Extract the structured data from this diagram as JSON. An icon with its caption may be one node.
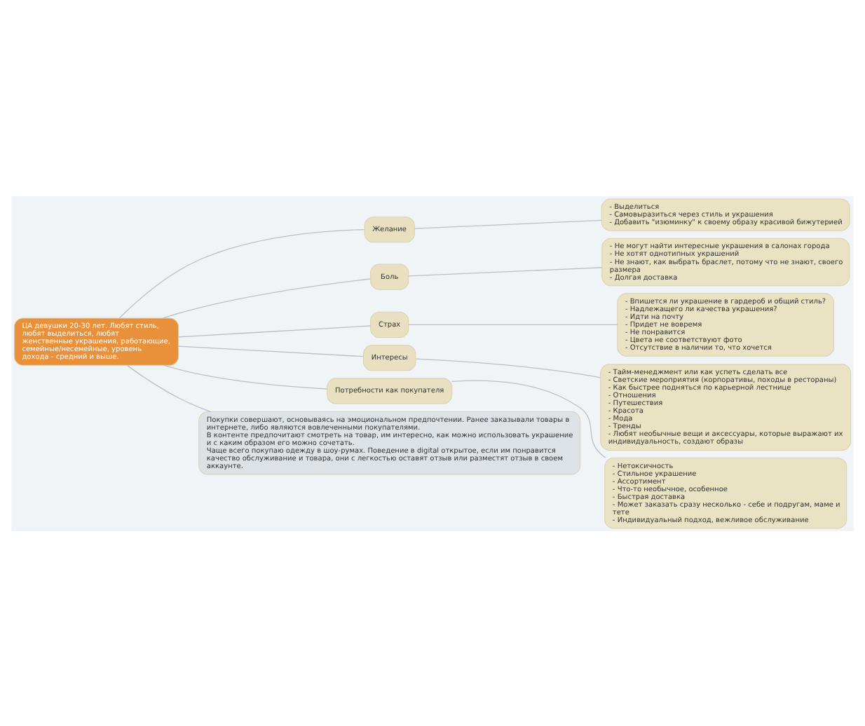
{
  "diagram": {
    "nodes": [
      {
        "text": [
          "ЦА девушки 20-30 лет. Любят стиль, любят выделиться, любят женственные украшения, работающие, семейные/несемейные, уровень дохода - средний и выше."
        ]
      },
      {
        "text": [
          "Желание"
        ]
      },
      {
        "text": [
          "- Выделиться",
          "- Самовыразиться через стиль и украшения",
          "- Добавить \"изюминку\" к своему образу красивой бижутерией"
        ]
      },
      {
        "text": [
          "Боль"
        ]
      },
      {
        "text": [
          "- Не могут найти интересные украшения в салонах города",
          "- Не хотят однотипных украшений",
          "- Не знают, как выбрать браслет, потому что не знают, своего размера",
          "- Долгая доставка"
        ]
      },
      {
        "text": [
          "Страх"
        ]
      },
      {
        "text": [
          "- Впишется ли украшение в гардероб и общий стиль?",
          "- Надлежащего ли качества украшения?",
          "- Идти на почту",
          "- Придет не вовремя",
          "- Не понравится",
          "- Цвета не соответствуют фото",
          "- Отсутствие в наличии то, что хочется"
        ]
      },
      {
        "text": [
          "Интересы"
        ]
      },
      {
        "text": [
          "- Тайм-менеджмент или как успеть сделать все",
          "- Светские мероприятия (корпоративы, походы в рестораны)",
          "- Как быстрее подняться по карьерной лестнице",
          "- Отношения",
          "- Путешествия",
          "- Красота",
          "- Мода",
          "- Тренды",
          "- Любят необычные вещи и аксессуары, которые выражают их индивидуальность, создают образы"
        ]
      },
      {
        "text": [
          "Потребности как покупателя"
        ]
      },
      {
        "text": [
          "- Нетоксичность",
          "- Стильное украшение",
          "- Ассортимент",
          "- Что-то необычное, особенное",
          "- Быстрая доставка",
          "- Может заказать сразу несколько - себе и подругам, маме и тете",
          "- Индивидуальный подход, вежливое обслуживание"
        ]
      },
      {
        "text": [
          "Покупки совершают, основываясь на эмоциональном предпочтении. Ранее заказывали товары в интернете, либо являются вовлеченными покупателями.",
          "В контенте предпочитают смотреть на товар, им интересно, как можно использовать украшение и с каким образом его можно сочетать.",
          "Чаще всего покупаю одежду в шоу-румах. Поведение в digital открытое, если им понравится качество обслуживание и товара, они с легкостью оставят отзыв или разместят отзыв в своем аккаунте."
        ]
      }
    ],
    "edges": [
      {
        "from": 0,
        "to": 1,
        "arrow": "none"
      },
      {
        "from": 1,
        "to": 2,
        "arrow": "none"
      },
      {
        "from": 0,
        "to": 3,
        "arrow": "none"
      },
      {
        "from": 3,
        "to": 4,
        "arrow": "none"
      },
      {
        "from": 0,
        "to": 5,
        "arrow": "none"
      },
      {
        "from": 5,
        "to": 6,
        "arrow": "none"
      },
      {
        "from": 0,
        "to": 7,
        "arrow": "none"
      },
      {
        "from": 7,
        "to": 8,
        "arrow": "none"
      },
      {
        "from": 0,
        "to": 9,
        "arrow": "none"
      },
      {
        "from": 9,
        "to": 10,
        "arrow": "none"
      },
      {
        "from": 0,
        "to": 11,
        "arrow": "none"
      }
    ]
  }
}
